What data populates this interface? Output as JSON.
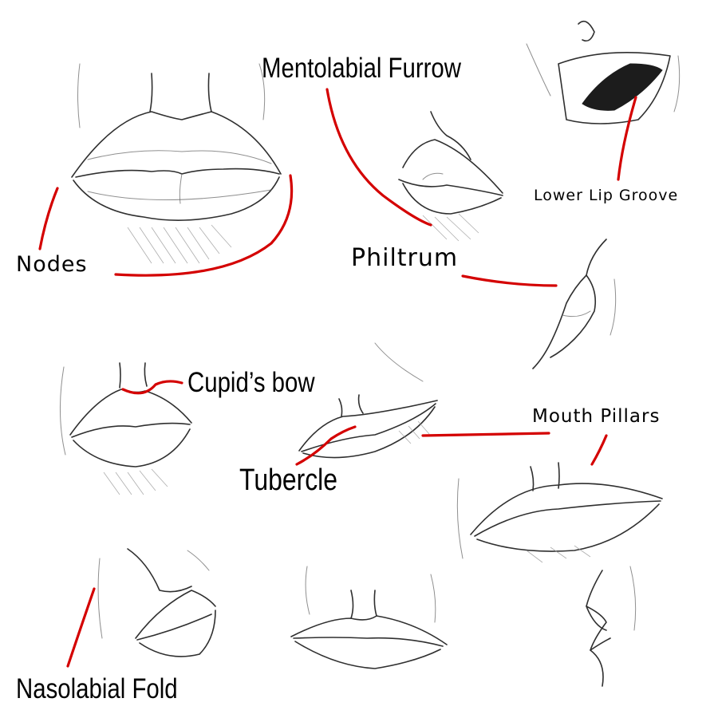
{
  "labels": {
    "mentolabial_furrow": "Mentolabial Furrow",
    "lower_lip_groove": "Lower Lip Groove",
    "nodes": "Nodes",
    "philtrum": "Philtrum",
    "cupids_bow": "Cupid’s bow",
    "mouth_pillars": "Mouth Pillars",
    "tubercle": "Tubercle",
    "nasolabial_fold": "Nasolabial Fold"
  },
  "colors": {
    "leader_line": "#d40000",
    "sketch_stroke": "#2f2f2f",
    "background": "#ffffff"
  }
}
